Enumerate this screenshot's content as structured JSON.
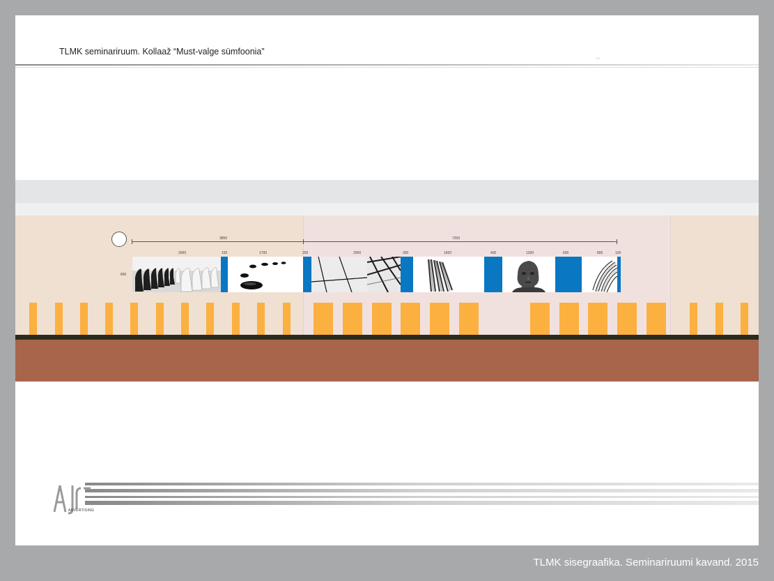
{
  "header": {
    "title": "TLMK seminariruum. Kollaaž “Must-valge sümfoonia”"
  },
  "drawing": {
    "total_dims": [
      "3850",
      "7200"
    ],
    "segment_dims": [
      "2000",
      "150",
      "1700",
      "200",
      "2000",
      "300",
      "1600",
      "400",
      "1200",
      "600",
      "800",
      "100"
    ],
    "height_dim": "800"
  },
  "panels": [
    {
      "name": "chess-knights-photo",
      "kind": "photo"
    },
    {
      "name": "blue-strip",
      "kind": "blue"
    },
    {
      "name": "black-stones-photo",
      "kind": "photo"
    },
    {
      "name": "blue-strip",
      "kind": "blue"
    },
    {
      "name": "white-tiles-photo",
      "kind": "photo"
    },
    {
      "name": "glass-roof-photo",
      "kind": "photo"
    },
    {
      "name": "blue-strip",
      "kind": "blue"
    },
    {
      "name": "steel-rods-photo",
      "kind": "photo"
    },
    {
      "name": "blue-strip",
      "kind": "blue"
    },
    {
      "name": "stone-head-sculpture-photo",
      "kind": "photo"
    },
    {
      "name": "blue-strip",
      "kind": "blue"
    },
    {
      "name": "spiral-coil-photo",
      "kind": "photo"
    },
    {
      "name": "blue-strip",
      "kind": "blue"
    }
  ],
  "colors": {
    "accent_blue": "#0a77c3",
    "post_orange": "#fbb040",
    "floor_brown": "#a8654b",
    "wall_beige": "#f0e0d1",
    "wall_pink": "#f0e1df"
  },
  "logo": {
    "text": "ADVERTISING"
  },
  "footer": {
    "caption": "TLMK sisegraafika. Seminariruumi kavand. 2015"
  }
}
